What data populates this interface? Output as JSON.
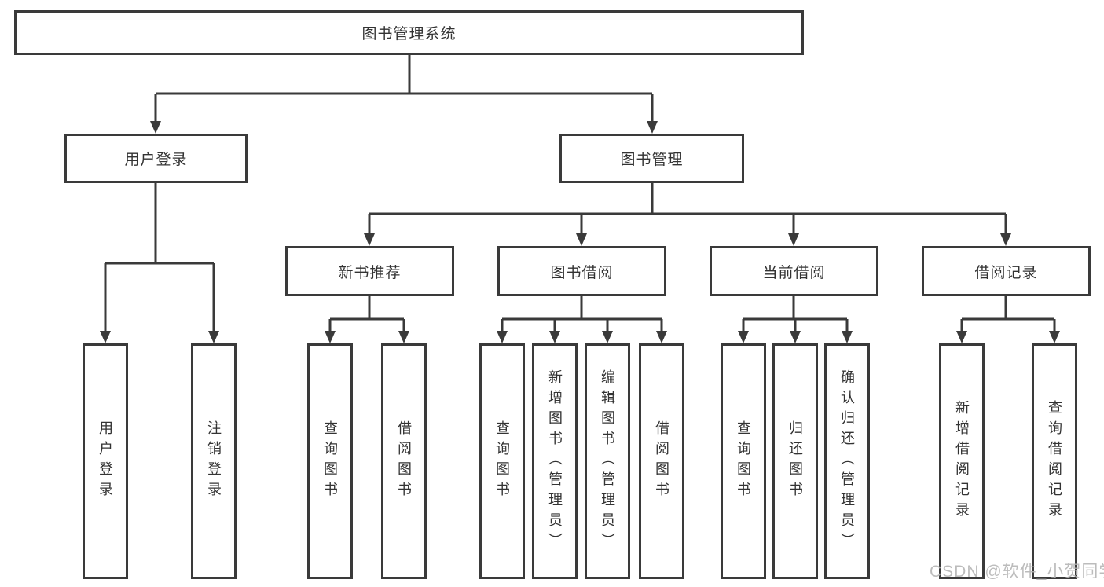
{
  "diagram": {
    "tree": {
      "root": "图书管理系统",
      "branches": [
        {
          "label": "用户登录",
          "children": [
            "用户登录",
            "注销登录"
          ]
        },
        {
          "label": "图书管理",
          "sections": [
            {
              "label": "新书推荐",
              "children": [
                "查询图书",
                "借阅图书"
              ]
            },
            {
              "label": "图书借阅",
              "children": [
                "查询图书",
                "新增图书（管理员）",
                "编辑图书（管理员）",
                "借阅图书"
              ]
            },
            {
              "label": "当前借阅",
              "children": [
                "查询图书",
                "归还图书",
                "确认归还（管理员）"
              ]
            },
            {
              "label": "借阅记录",
              "children": [
                "新增借阅记录",
                "查询借阅记录"
              ]
            }
          ]
        }
      ]
    },
    "watermark": {
      "text": "CSDN @软件_小贺同学"
    },
    "colors": {
      "line": "#3a3a3a",
      "text": "#333333",
      "background": "#ffffff",
      "watermark": "#b5b5b5"
    }
  }
}
